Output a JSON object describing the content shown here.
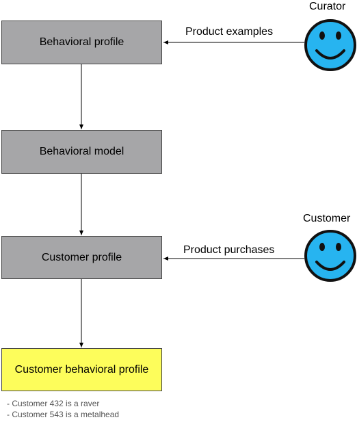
{
  "nodes": {
    "behavioral_profile": "Behavioral profile",
    "behavioral_model": "Behavioral model",
    "customer_profile": "Customer profile",
    "customer_behavioral_profile": "Customer behavioral profile"
  },
  "actors": {
    "curator": "Curator",
    "customer": "Customer"
  },
  "edges": {
    "product_examples": "Product examples",
    "product_purchases": "Product purchases"
  },
  "notes": [
    "- Customer 432 is a raver",
    "- Customer 543 is a metalhead"
  ],
  "colors": {
    "node_gray": "#a6a6a8",
    "node_yellow": "#fdfd5b",
    "smiley_fill": "#27b4f0",
    "smiley_stroke": "#111111"
  }
}
